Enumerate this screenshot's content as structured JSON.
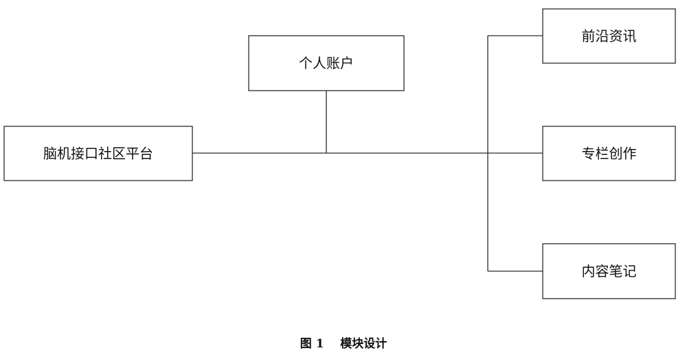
{
  "diagram": {
    "root": {
      "label": "脑机接口社区平台"
    },
    "account": {
      "label": "个人账户"
    },
    "modules": [
      {
        "label": "前沿资讯"
      },
      {
        "label": "专栏创作"
      },
      {
        "label": "内容笔记"
      }
    ],
    "line_color": "#2a2a2a"
  },
  "caption": {
    "number": "图 1",
    "title": "模块设计"
  }
}
